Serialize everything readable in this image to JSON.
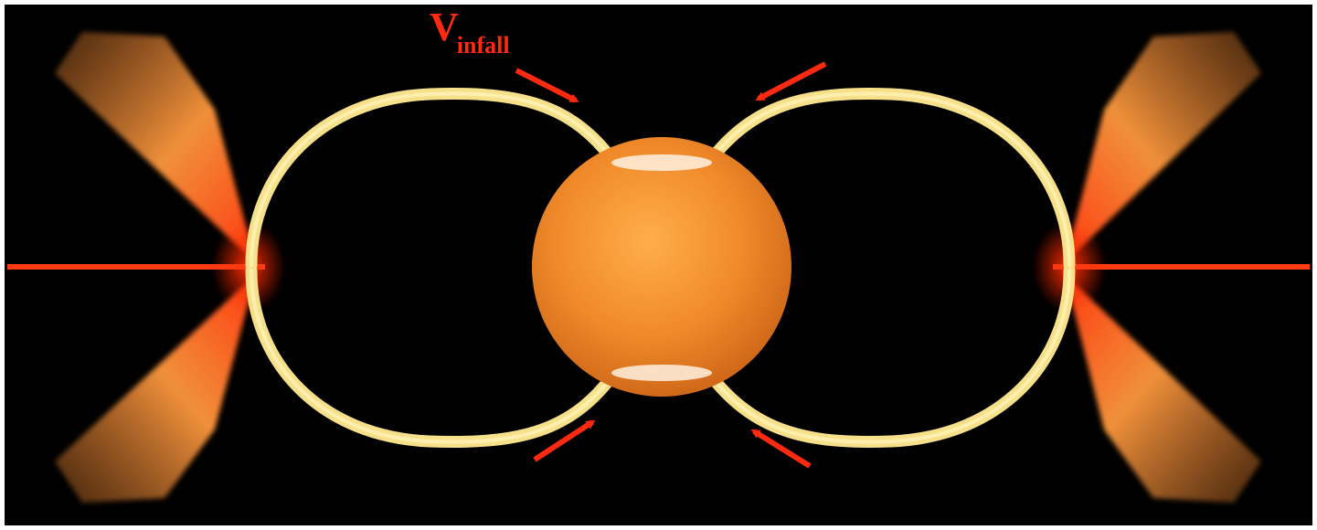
{
  "diagram": {
    "label": {
      "main": "V",
      "subscript": "infall"
    },
    "colors": {
      "background": "#000000",
      "star": "#f08a2a",
      "funnel": "#f7e08a",
      "jet": "#ff3a10",
      "arrow": "#ff2a10"
    },
    "icons": [
      "infall-arrow"
    ]
  }
}
